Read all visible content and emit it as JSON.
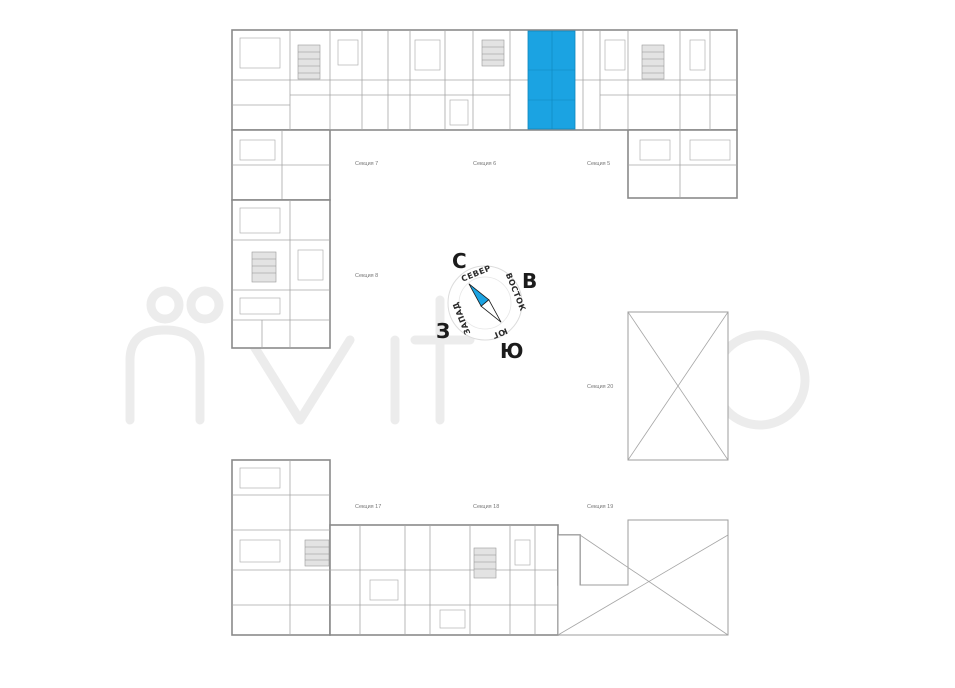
{
  "plan": {
    "highlight_color": "#1ba3e2",
    "sections": {
      "s5": "Секция 5",
      "s6": "Секция 6",
      "s7": "Секция 7",
      "s8": "Секция 8",
      "s17": "Секция 17",
      "s18": "Секция 18",
      "s19": "Секция 19",
      "s20": "Секция 20"
    }
  },
  "compass": {
    "north": "С",
    "east": "В",
    "south": "Ю",
    "west": "З",
    "north_word": "СЕВЕР",
    "east_word": "ВОСТОК",
    "south_word": "ЮГ",
    "west_word": "ЗАПАД",
    "needle_color": "#1ba3e2"
  },
  "watermark": {
    "text": "Avito"
  }
}
